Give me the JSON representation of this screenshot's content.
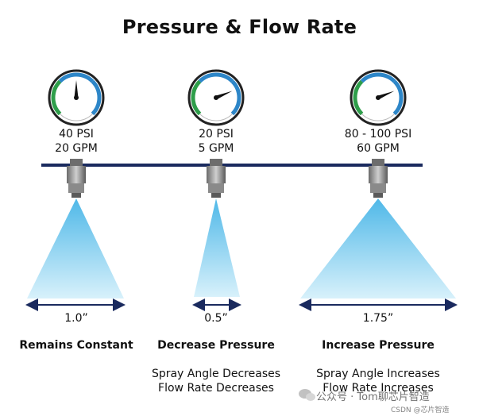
{
  "title": "Pressure & Flow Rate",
  "panels": [
    {
      "pressure": "40 PSI",
      "flow": "20 GPM",
      "width": "1.0”",
      "heading": "Remains Constant",
      "desc1": "",
      "desc2": "",
      "gauge_level": 0.5
    },
    {
      "pressure": "20 PSI",
      "flow": "5 GPM",
      "width": "0.5”",
      "heading": "Decrease Pressure",
      "desc1": "Spray Angle Decreases",
      "desc2": "Flow Rate Decreases",
      "gauge_level": 0.75
    },
    {
      "pressure": "80 - 100 PSI",
      "flow": "60 GPM",
      "width": "1.75”",
      "heading": "Increase Pressure",
      "desc1": "Spray Angle Increases",
      "desc2": "Flow Rate Increases",
      "gauge_level": 0.75
    }
  ],
  "watermark": {
    "text": "公众号 · Tom聊芯片智造",
    "small": "CSDN @芯片智造"
  },
  "colors": {
    "pipe": "#1a2a5e",
    "spray_top": "#4fb8e8",
    "spray_bottom": "#d8f1fb",
    "gauge_green": "#2e9e4a",
    "gauge_blue": "#2d86c8"
  }
}
